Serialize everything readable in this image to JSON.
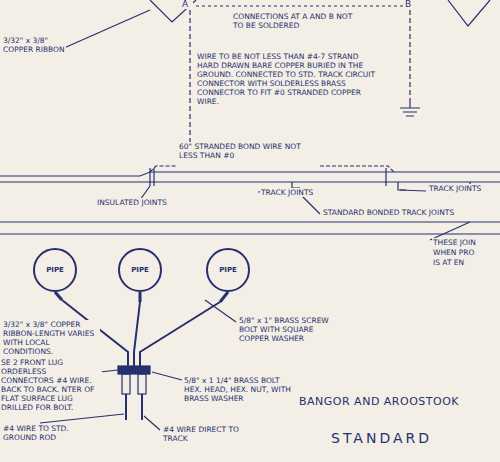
{
  "diagram": {
    "nodes": [
      {
        "text": [
          "PIPE"
        ]
      },
      {
        "text": [
          "PIPE"
        ]
      },
      {
        "text": [
          "PIPE"
        ]
      }
    ],
    "labels": [
      "3/32\" x 3/8\" COPPER RIBBON",
      "A",
      "B",
      "CONNECTIONS AT A AND B NOT TO BE SOLDERED",
      "WIRE TO BE NOT LESS THAN #4-7 STRAND HARD DRAWN BARE COPPER BURIED IN THE GROUND. CONNECTED TO STD. TRACK CIRCUIT CONNECTOR WITH SOLDERLESS BRASS CONNECTOR TO FIT #0 STRANDED COPPER WIRE.",
      "60\" STRANDED BOND WIRE NOT LESS THAN #0",
      "TRACK JOINTS",
      "TRACK JOINTS",
      "INSULATED JOINTS",
      "STANDARD BONDED TRACK JOINTS",
      "THESE JOIN",
      "WHEN PRO",
      "IS AT EN",
      "3/32\" x 3/8\" COPPER RIBBON-LENGTH VARIES WITH LOCAL CONDITIONS.",
      "5/8\" x 1\" BRASS SCREW BOLT WITH SQUARE COPPER WASHER",
      "SE 2 FRONT LUG ORDERLESS CONNECTORS #4 WIRE. BACK TO BACK. NTER OF FLAT SURFACE LUG DRILLED FOR BOLT.",
      "5/8\" x 1 1/4\" BRASS BOLT HEX. HEAD, HEX. NUT, WITH BRASS WASHER",
      "#4 WIRE TO STD. GROUND ROD",
      "#4 WIRE DIRECT TO TRACK",
      "BANGOR AND AROOSTOOK",
      "STANDARD"
    ]
  }
}
